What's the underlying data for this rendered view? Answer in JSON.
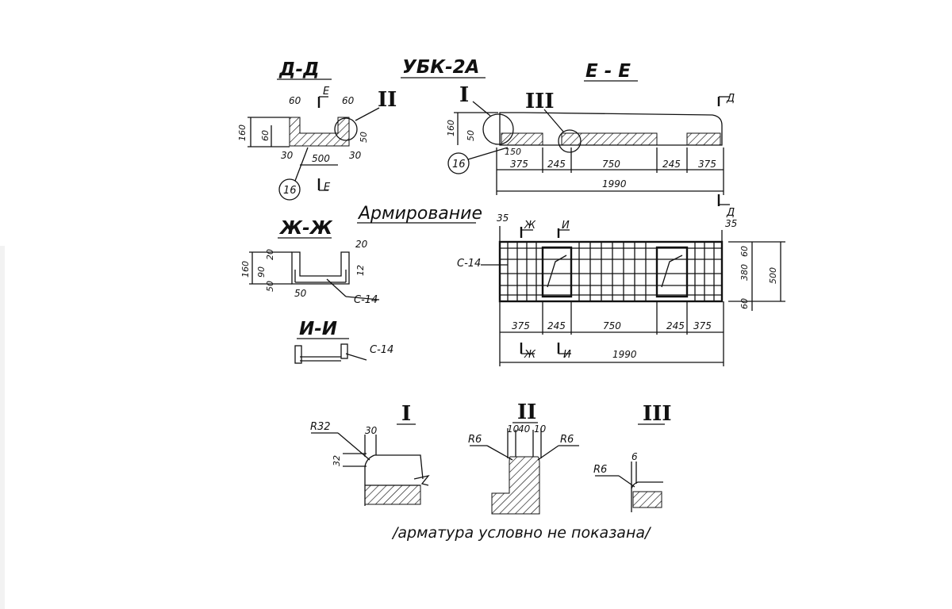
{
  "drawing": {
    "main_title": "УБК-2А",
    "note": "/арматура условно не показана/",
    "reinforcement_title": "Армирование"
  },
  "section_dd": {
    "title": "Д-Д",
    "cut_label": "Е",
    "dims": {
      "top_left": "60",
      "top_right": "60",
      "height": "160",
      "inner_height": "60",
      "right_side": "50",
      "bottom_left": "30",
      "bottom_width": "500",
      "bottom_right": "30"
    },
    "detail_ref": "II",
    "item_ref": "16"
  },
  "section_ee": {
    "title": "Е - Е",
    "cut_label": "Д",
    "detail_refs": [
      "I",
      "III"
    ],
    "item_ref": "16",
    "dims": {
      "height": "160",
      "inner_height": "50",
      "small": "150",
      "total": "1990"
    },
    "segments": [
      "375",
      "245",
      "750",
      "245",
      "375"
    ]
  },
  "section_zz": {
    "title": "Ж-Ж",
    "dims": {
      "top": "20",
      "right_top": "20",
      "height": "160",
      "mid": "90",
      "bottom": "50",
      "bottom_width": "50",
      "right_side": "12"
    },
    "bar_label": "С-14"
  },
  "section_ii": {
    "title": "И-И",
    "bar_label": "С-14"
  },
  "plan": {
    "bar_label": "С-14",
    "cut_labels": [
      "Ж",
      "И"
    ],
    "dims": {
      "left_offset": "35",
      "right_offset": "35",
      "width": "500",
      "top_edge": "60",
      "mid": "380",
      "bottom_edge": "60",
      "total": "1990"
    },
    "segments": [
      "375",
      "245",
      "750",
      "245",
      "375"
    ]
  },
  "detail_1": {
    "title": "I",
    "radius": "R32",
    "width": "30",
    "height": "32"
  },
  "detail_2": {
    "title": "II",
    "radius_left": "R6",
    "radius_right": "R6",
    "dims": [
      "10",
      "40",
      "10"
    ]
  },
  "detail_3": {
    "title": "III",
    "radius": "R6",
    "width": "6"
  }
}
